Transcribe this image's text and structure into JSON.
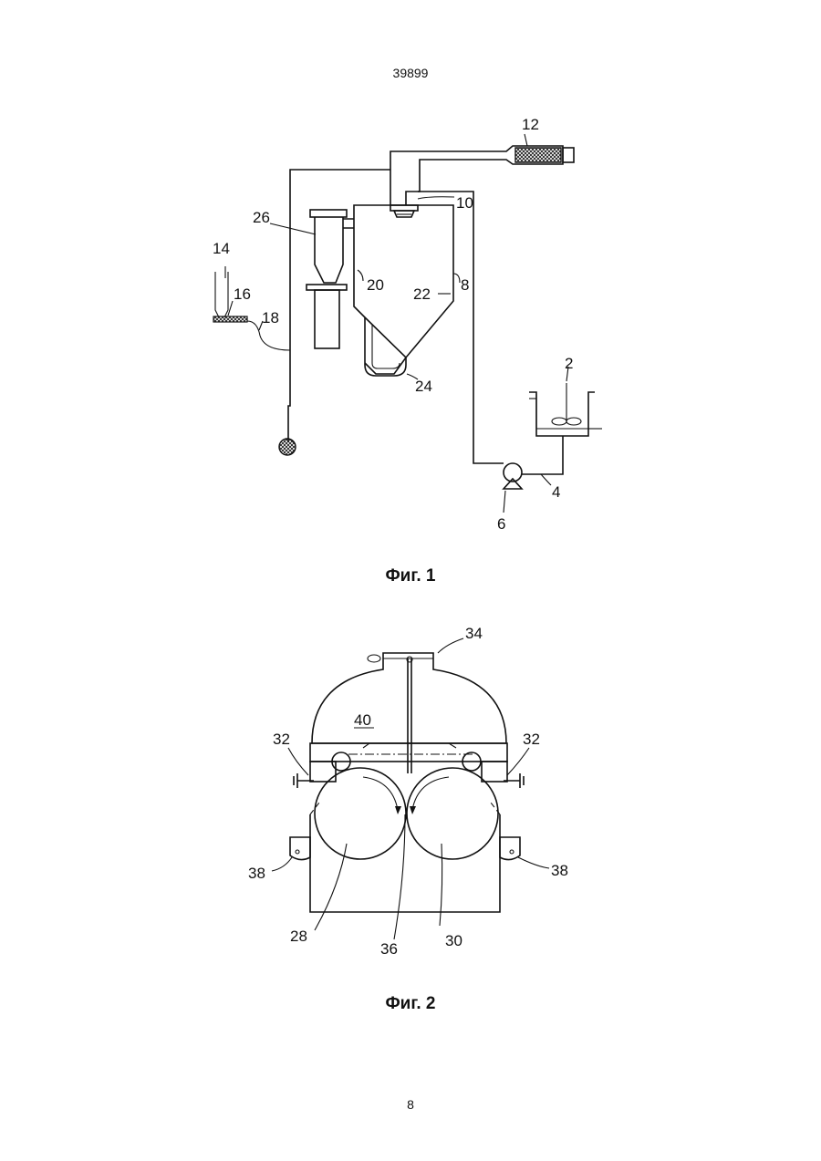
{
  "document": {
    "patent_number": "39899",
    "page_number": "8"
  },
  "figure1": {
    "caption": "Фиг. 1",
    "labels": {
      "l2": "2",
      "l4": "4",
      "l6": "6",
      "l8": "8",
      "l10": "10",
      "l12": "12",
      "l14": "14",
      "l16": "16",
      "l18": "18",
      "l20": "20",
      "l22": "22",
      "l24": "24",
      "l26": "26"
    }
  },
  "figure2": {
    "caption": "Фиг. 2",
    "labels": {
      "l28": "28",
      "l30": "30",
      "l32a": "32",
      "l32b": "32",
      "l34": "34",
      "l36": "36",
      "l38a": "38",
      "l38b": "38",
      "l40": "40"
    }
  }
}
